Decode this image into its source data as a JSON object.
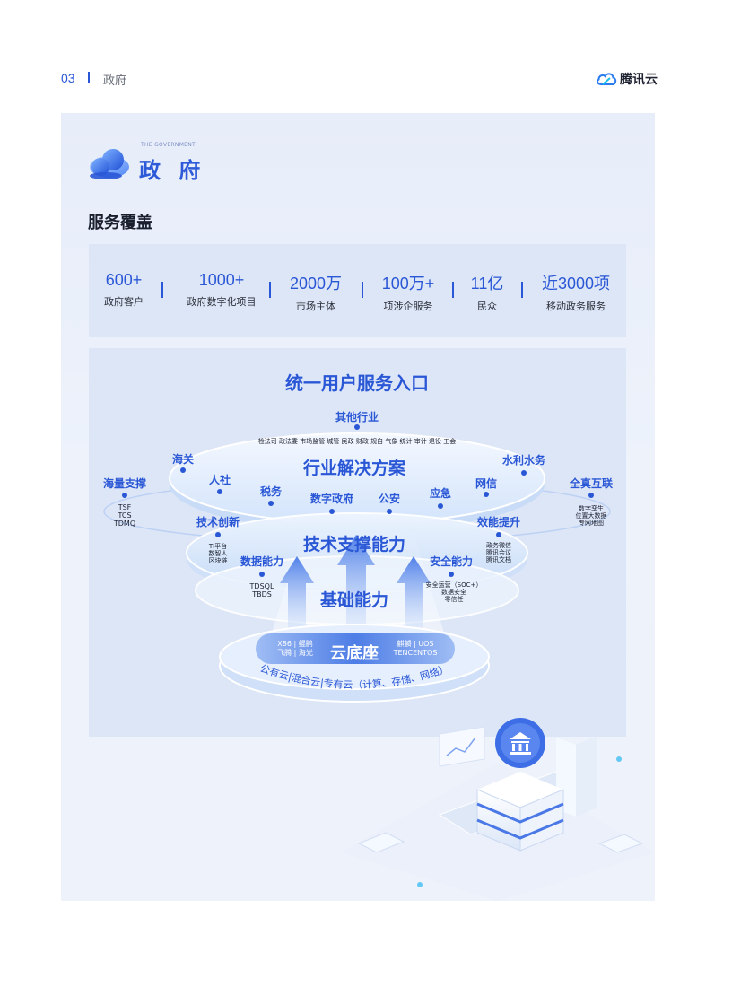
{
  "header": {
    "page_number": "03",
    "section": "政府",
    "brand": "腾讯云"
  },
  "title": {
    "en": "THE GOVERNMENT",
    "cn": "政 府"
  },
  "subtitle": "服务覆盖",
  "stats": [
    {
      "value": "600+",
      "label": "政府客户"
    },
    {
      "value": "1000+",
      "label": "政府数字化项目"
    },
    {
      "value": "2000万",
      "label": "市场主体"
    },
    {
      "value": "100万+",
      "label": "项涉企服务"
    },
    {
      "value": "11亿",
      "label": "民众"
    },
    {
      "value": "近3000项",
      "label": "移动政务服务"
    }
  ],
  "diagram": {
    "title": "统一用户服务入口",
    "other_industry": "其他行业",
    "other_list": "检法司 政法委 市场监管 城管 民政 财政 规自 气象 统计 审计 退役 工会",
    "industry_layer": "行业解决方案",
    "industry_items": {
      "haiguan": "海关",
      "renshe": "人社",
      "shuiwu": "税务",
      "shuzi": "数字政府",
      "gongan": "公安",
      "yingji": "应急",
      "wangxin": "网信",
      "shuili": "水利水务"
    },
    "left_side": {
      "title": "海量支撑",
      "lines": [
        "TSF",
        "TCS",
        "TDMQ"
      ]
    },
    "right_side": {
      "title": "全真互联",
      "lines": [
        "数字孪生",
        "位置大数据",
        "专网地图"
      ]
    },
    "tech_layer": "技术支撑能力",
    "tech_left": {
      "title": "技术创新",
      "lines": [
        "TI平台",
        "数智人",
        "区块链"
      ]
    },
    "tech_right": {
      "title": "效能提升",
      "lines": [
        "政务微信",
        "腾讯会议",
        "腾讯文档"
      ]
    },
    "base_layer": "基础能力",
    "base_left": {
      "title": "数据能力",
      "lines": [
        "TDSQL",
        "TBDS"
      ]
    },
    "base_right": {
      "title": "安全能力",
      "lines": [
        "安全运营（SOC+）",
        "数据安全",
        "零信任"
      ]
    },
    "cloud_base": "云底座",
    "cloud_left": [
      "X86 | 鲲鹏",
      "飞腾 | 海光"
    ],
    "cloud_right": [
      "麒麟 | UOS",
      "TENCENTOS"
    ],
    "cloud_ring": "公有云|混合云|专有云（计算、存储、网络）"
  },
  "colors": {
    "brand_blue": "#2a57d6",
    "panel_bg": "#e7edf9",
    "block_bg": "#dde6f6",
    "text_dark": "#1a1f2e"
  }
}
